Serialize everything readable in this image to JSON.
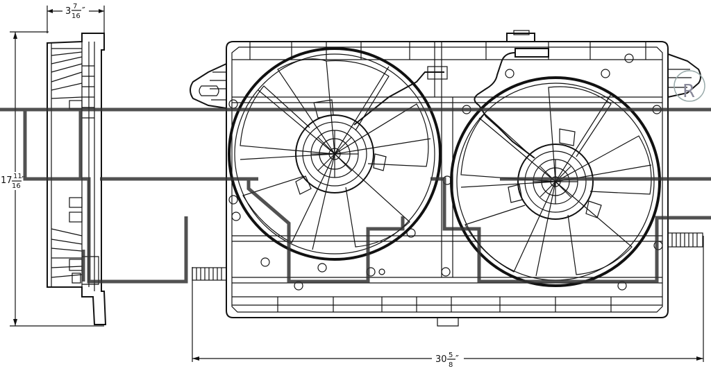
{
  "dimensions": {
    "depth": {
      "whole": "3",
      "num": "7",
      "den": "16",
      "unit": "″"
    },
    "height": {
      "whole": "17",
      "num": "11",
      "den": "16",
      "unit": "″"
    },
    "width": {
      "whole": "30",
      "num": "5",
      "den": "8",
      "unit": "″"
    }
  },
  "logo": {
    "letter": "R"
  }
}
